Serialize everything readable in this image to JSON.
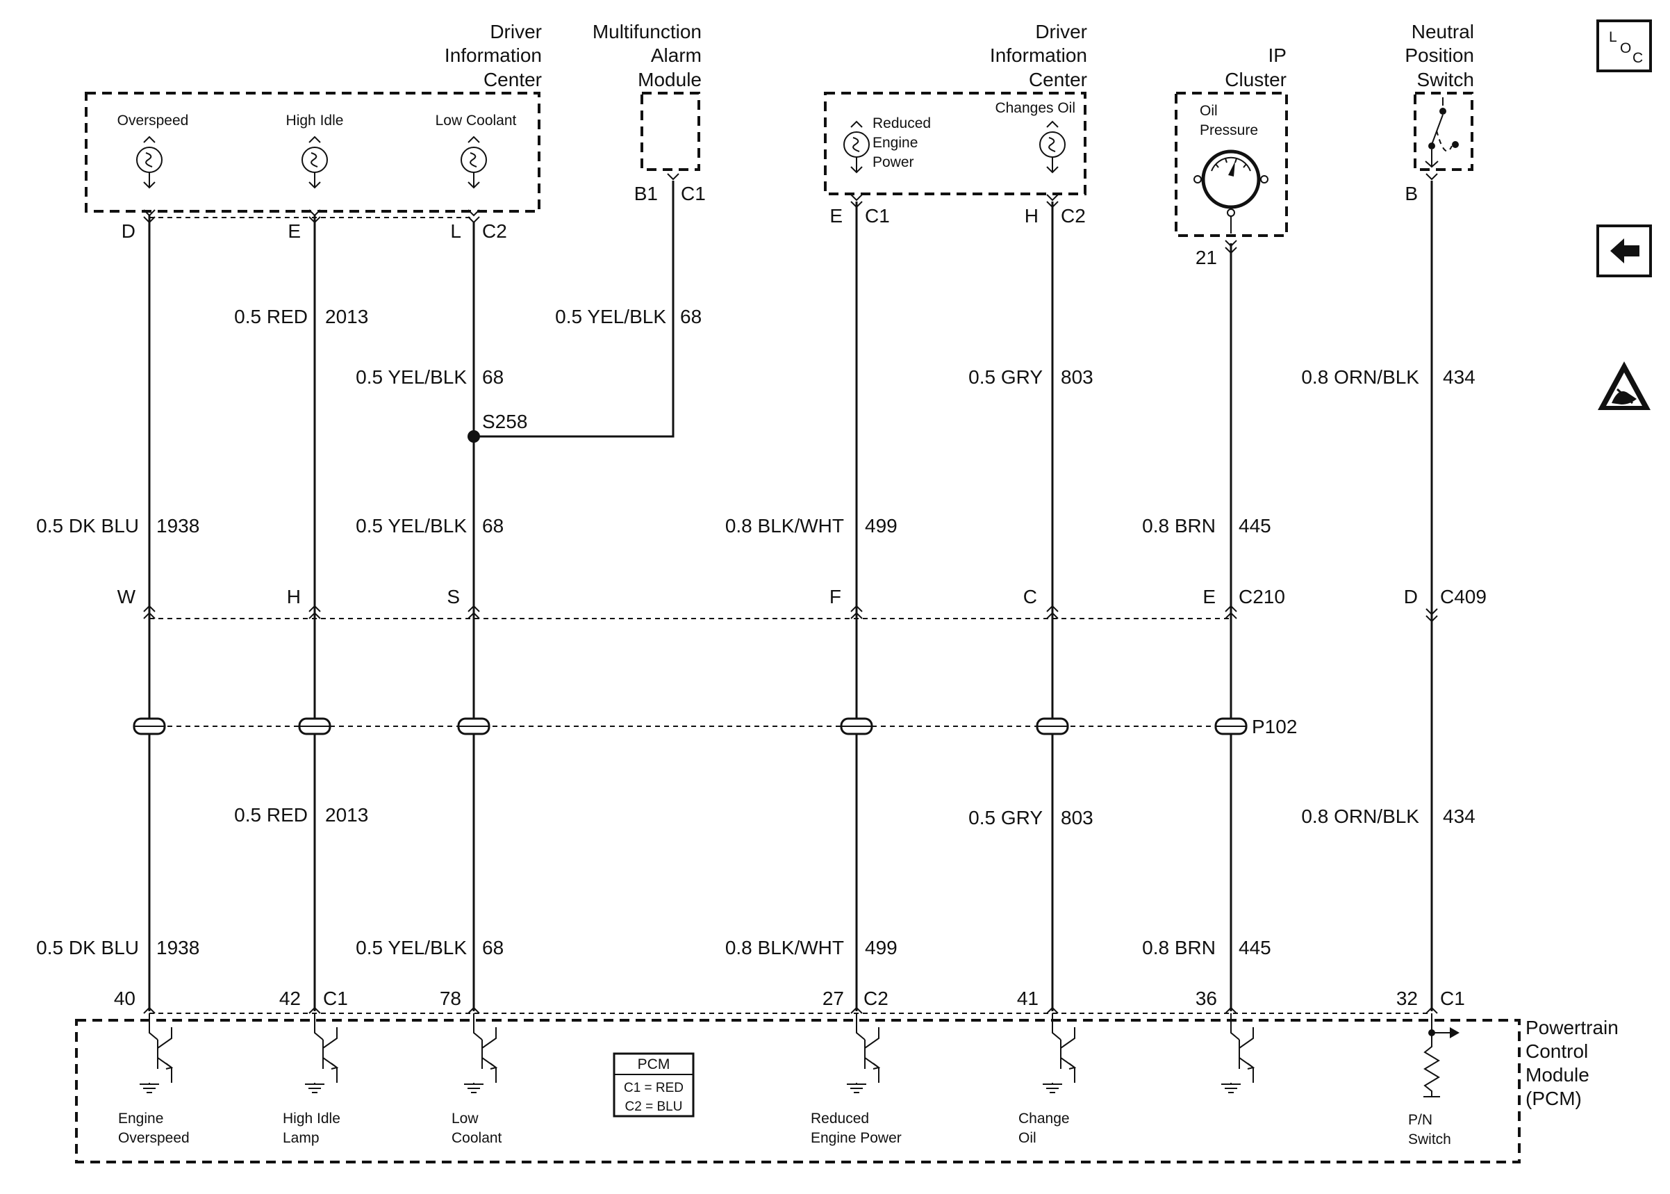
{
  "components": {
    "dic_left": {
      "title_lines": [
        "Driver",
        "Information",
        "Center"
      ],
      "indicators": [
        "Overspeed",
        "High Idle",
        "Low Coolant"
      ]
    },
    "alarm_module": {
      "title_lines": [
        "Multifunction",
        "Alarm",
        "Module"
      ]
    },
    "dic_right": {
      "title_lines": [
        "Driver",
        "Information",
        "Center"
      ],
      "indicator_reduced": [
        "Reduced",
        "Engine",
        "Power"
      ],
      "indicator_changes_oil": "Changes Oil"
    },
    "ip_cluster": {
      "title_lines": [
        "IP",
        "Cluster"
      ],
      "gauge_label": [
        "Oil",
        "Pressure"
      ]
    },
    "nps": {
      "title_lines": [
        "Neutral",
        "Position",
        "Switch"
      ]
    },
    "pcm": {
      "title_lines": [
        "Powertrain",
        "Control",
        "Module",
        "(PCM)"
      ],
      "legend_title": "PCM",
      "legend_lines": [
        "C1 = RED",
        "C2 = BLU"
      ],
      "outputs": [
        [
          "Engine",
          "Overspeed"
        ],
        [
          "High Idle",
          "Lamp"
        ],
        [
          "Low",
          "Coolant"
        ],
        [
          "Reduced",
          "Engine Power"
        ],
        [
          "Change",
          "Oil"
        ],
        [
          "P/N",
          "Switch"
        ]
      ]
    }
  },
  "connectors": {
    "top_pins": [
      "D",
      "E",
      "L",
      "C2",
      "B1",
      "C1",
      "E",
      "C1",
      "H",
      "C2",
      "21",
      "B"
    ],
    "mid_pins": [
      "W",
      "H",
      "S",
      "F",
      "C",
      "E",
      "C210",
      "D",
      "C409"
    ],
    "passthrough": "P102",
    "splice": "S258",
    "pcm_pins": [
      "40",
      "42",
      "C1",
      "78",
      "27",
      "C2",
      "41",
      "36",
      "32",
      "C1"
    ]
  },
  "wires": {
    "upper": [
      {
        "gauge": "0.5 RED",
        "circuit": "2013"
      },
      {
        "gauge": "0.5 YEL/BLK",
        "circuit": "68"
      },
      {
        "gauge": "0.5 YEL/BLK",
        "circuit": "68"
      },
      {
        "gauge": "0.5 GRY",
        "circuit": "803"
      },
      {
        "gauge": "0.8 ORN/BLK",
        "circuit": "434"
      }
    ],
    "middle": [
      {
        "gauge": "0.5 DK BLU",
        "circuit": "1938"
      },
      {
        "gauge": "0.5 YEL/BLK",
        "circuit": "68"
      },
      {
        "gauge": "0.8 BLK/WHT",
        "circuit": "499"
      },
      {
        "gauge": "0.8 BRN",
        "circuit": "445"
      }
    ],
    "lower": [
      {
        "gauge": "0.5 RED",
        "circuit": "2013"
      },
      {
        "gauge": "0.5 GRY",
        "circuit": "803"
      },
      {
        "gauge": "0.8 ORN/BLK",
        "circuit": "434"
      }
    ],
    "bottom": [
      {
        "gauge": "0.5 DK BLU",
        "circuit": "1938"
      },
      {
        "gauge": "0.5 YEL/BLK",
        "circuit": "68"
      },
      {
        "gauge": "0.8 BLK/WHT",
        "circuit": "499"
      },
      {
        "gauge": "0.8 BRN",
        "circuit": "445"
      }
    ]
  },
  "side_icons": {
    "loc_main": "L",
    "loc_sub1": "O",
    "loc_sub2": "C",
    "icons": [
      "loc-icon",
      "back-arrow-icon",
      "esd-warning-icon"
    ]
  }
}
